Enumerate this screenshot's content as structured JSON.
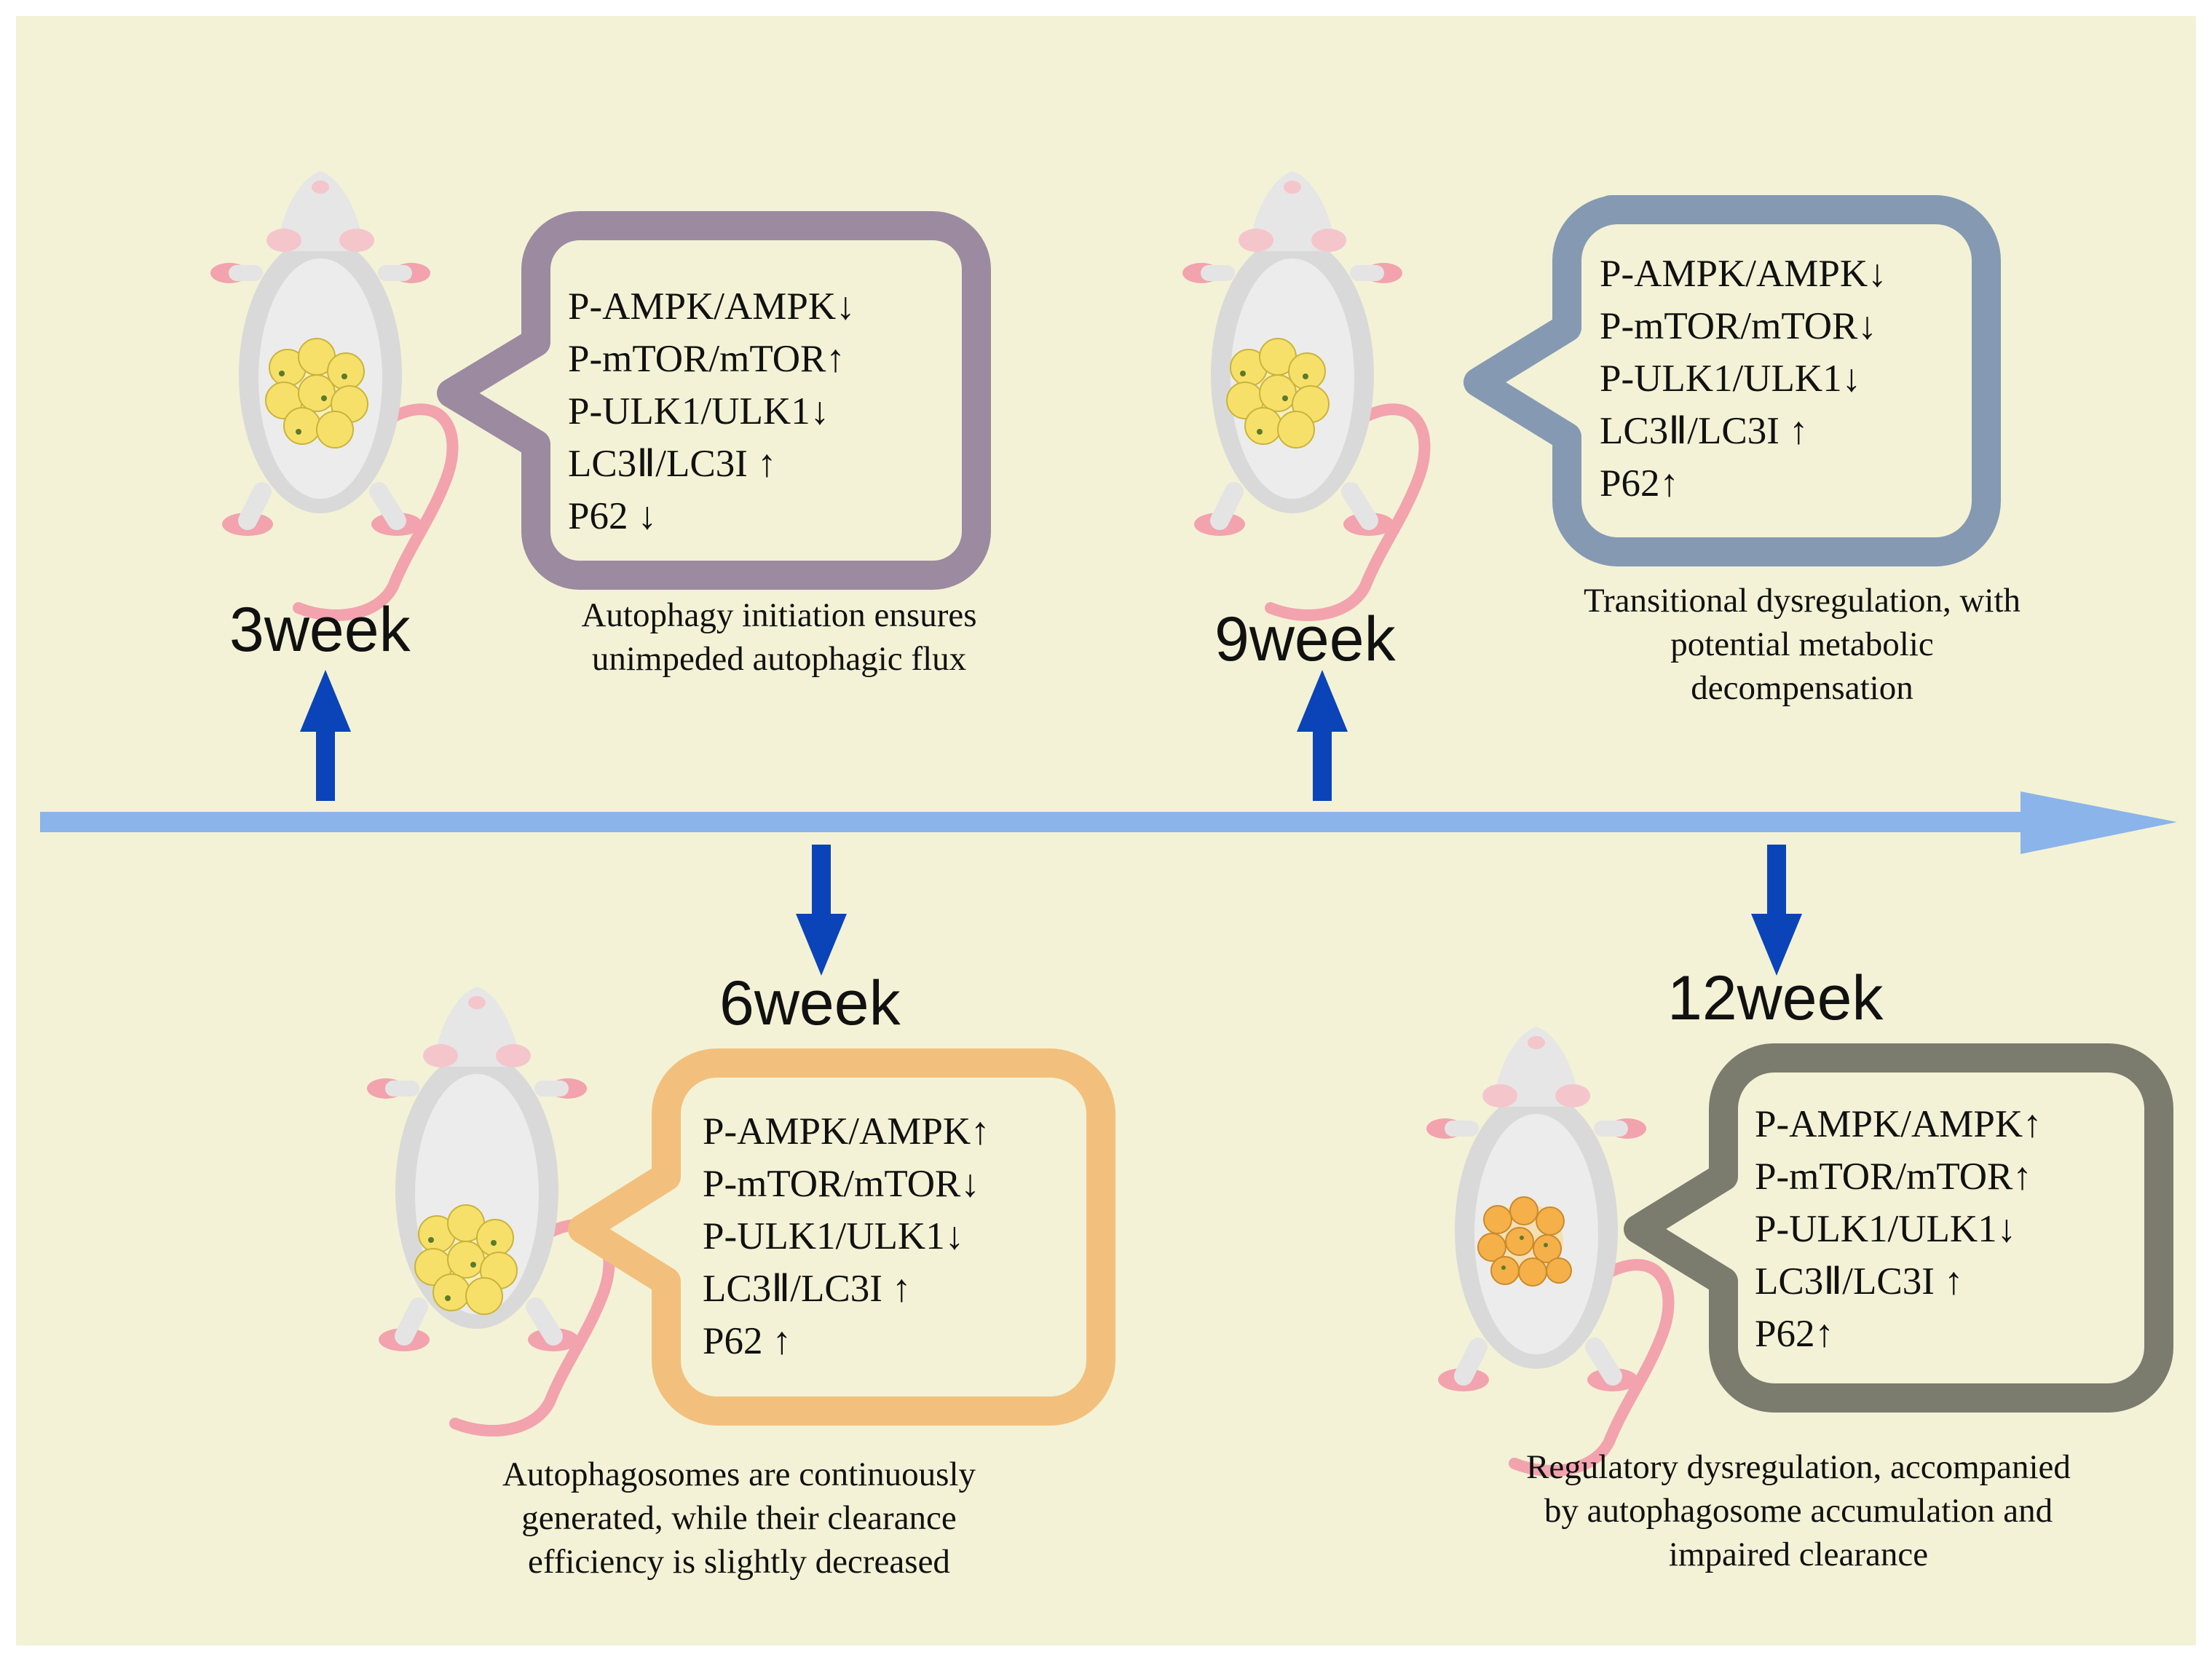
{
  "colors": {
    "background": "#f3f2d6",
    "timeline": "#8ab4ea",
    "arrow": "#0a44b8",
    "box_3week": "#9c8aa0",
    "box_6week": "#f2c07c",
    "box_9week": "#8599b3",
    "box_12week": "#7b7b6e"
  },
  "stages": [
    {
      "week": "3week",
      "markers": [
        "P-AMPK/AMPK↓",
        "P-mTOR/mTOR↑",
        "P-ULK1/ULK1↓",
        "LC3Ⅱ/LC3I ↑",
        "P62 ↓"
      ],
      "caption": [
        "Autophagy initiation ensures",
        "unimpeded autophagic flux"
      ]
    },
    {
      "week": "6week",
      "markers": [
        "P-AMPK/AMPK↑",
        "P-mTOR/mTOR↓",
        "P-ULK1/ULK1↓",
        "LC3Ⅱ/LC3I ↑",
        "P62 ↑"
      ],
      "caption": [
        "Autophagosomes are continuously",
        "generated, while their clearance",
        "efficiency is slightly decreased"
      ]
    },
    {
      "week": "9week",
      "markers": [
        "P-AMPK/AMPK↓",
        "P-mTOR/mTOR↓",
        "P-ULK1/ULK1↓",
        "LC3Ⅱ/LC3I ↑",
        "P62↑"
      ],
      "caption": [
        "Transitional dysregulation, with",
        "potential metabolic",
        "decompensation"
      ]
    },
    {
      "week": "12week",
      "markers": [
        "P-AMPK/AMPK↑",
        "P-mTOR/mTOR↑",
        "P-ULK1/ULK1↓",
        "LC3Ⅱ/LC3I ↑",
        "P62↑"
      ],
      "caption": [
        "Regulatory dysregulation, accompanied",
        "by autophagosome accumulation and",
        "impaired clearance"
      ]
    }
  ]
}
